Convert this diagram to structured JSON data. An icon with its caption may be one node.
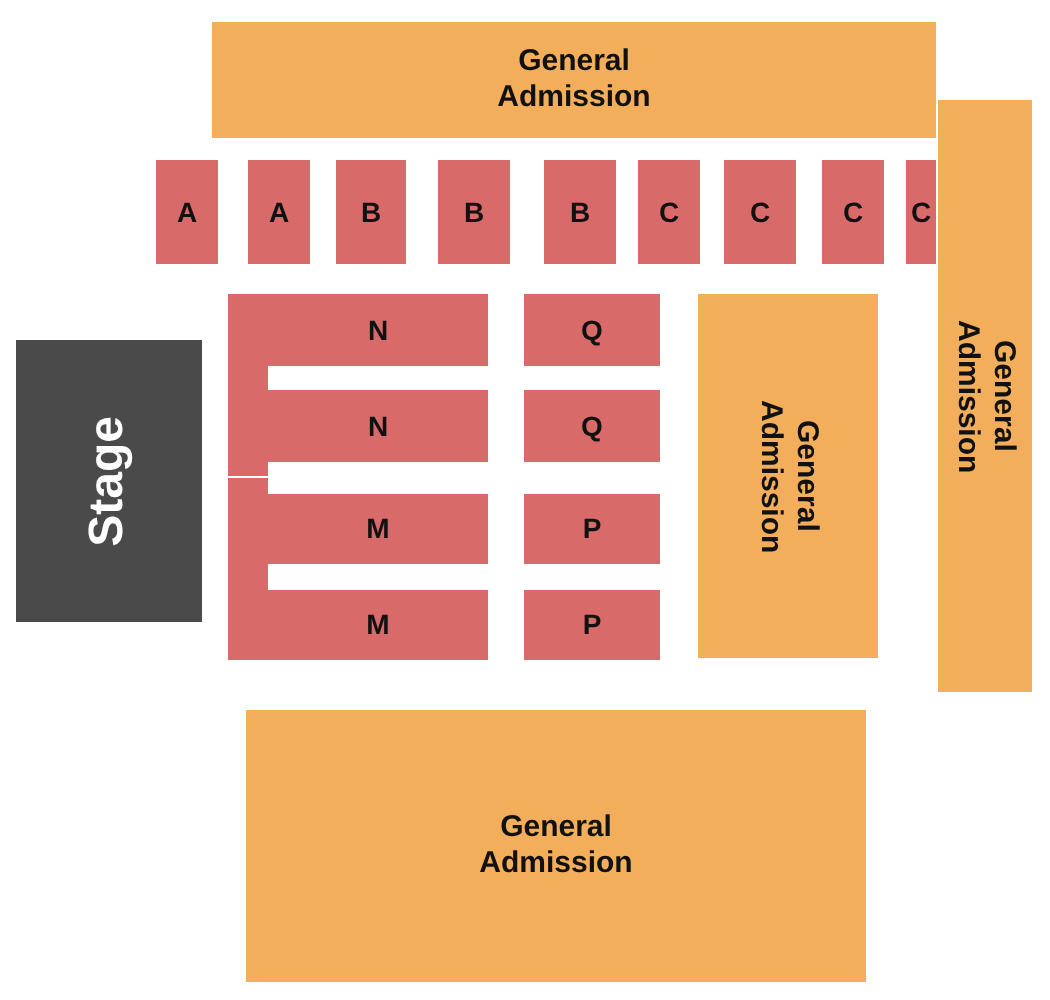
{
  "diagram": {
    "nodes": [
      {
        "text": [
          "General Admission"
        ]
      },
      {
        "text": [
          "A"
        ]
      },
      {
        "text": [
          "A"
        ]
      },
      {
        "text": [
          "B"
        ]
      },
      {
        "text": [
          "B"
        ]
      },
      {
        "text": [
          "B"
        ]
      },
      {
        "text": [
          "C"
        ]
      },
      {
        "text": [
          "C"
        ]
      },
      {
        "text": [
          "C"
        ]
      },
      {
        "text": [
          "C"
        ]
      },
      {
        "text": [
          "General Admission"
        ]
      },
      {
        "text": [
          "Stage"
        ]
      },
      {
        "text": [
          "N"
        ]
      },
      {
        "text": [
          "Q"
        ]
      },
      {
        "text": [
          "General Admission"
        ]
      },
      {
        "text": [
          "N"
        ]
      },
      {
        "text": [
          "Q"
        ]
      },
      {
        "text": [
          "M"
        ]
      },
      {
        "text": [
          "P"
        ]
      },
      {
        "text": [
          "M"
        ]
      },
      {
        "text": [
          "P"
        ]
      },
      {
        "text": [
          "General Admission"
        ]
      }
    ]
  }
}
